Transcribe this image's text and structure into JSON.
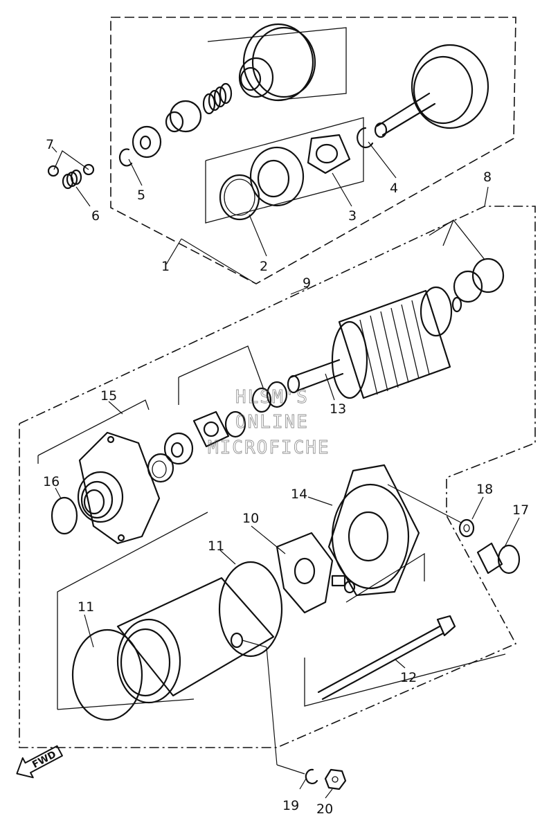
{
  "parts": [
    {
      "id": "1",
      "label": "1"
    },
    {
      "id": "2",
      "label": "2"
    },
    {
      "id": "3",
      "label": "3"
    },
    {
      "id": "4",
      "label": "4"
    },
    {
      "id": "5",
      "label": "5"
    },
    {
      "id": "6",
      "label": "6"
    },
    {
      "id": "7",
      "label": "7"
    },
    {
      "id": "8",
      "label": "8"
    },
    {
      "id": "9",
      "label": "9"
    },
    {
      "id": "10",
      "label": "10"
    },
    {
      "id": "11a",
      "label": "11"
    },
    {
      "id": "11b",
      "label": "11"
    },
    {
      "id": "12",
      "label": "12"
    },
    {
      "id": "13",
      "label": "13"
    },
    {
      "id": "14",
      "label": "14"
    },
    {
      "id": "15",
      "label": "15"
    },
    {
      "id": "16",
      "label": "16"
    },
    {
      "id": "17",
      "label": "17"
    },
    {
      "id": "18",
      "label": "18"
    },
    {
      "id": "19",
      "label": "19"
    },
    {
      "id": "20",
      "label": "20"
    }
  ],
  "watermark": {
    "line1": "HLSM'S",
    "line2": "ONLINE",
    "line3": "MICROFICHE"
  },
  "direction_arrow": {
    "label": "FWD"
  }
}
